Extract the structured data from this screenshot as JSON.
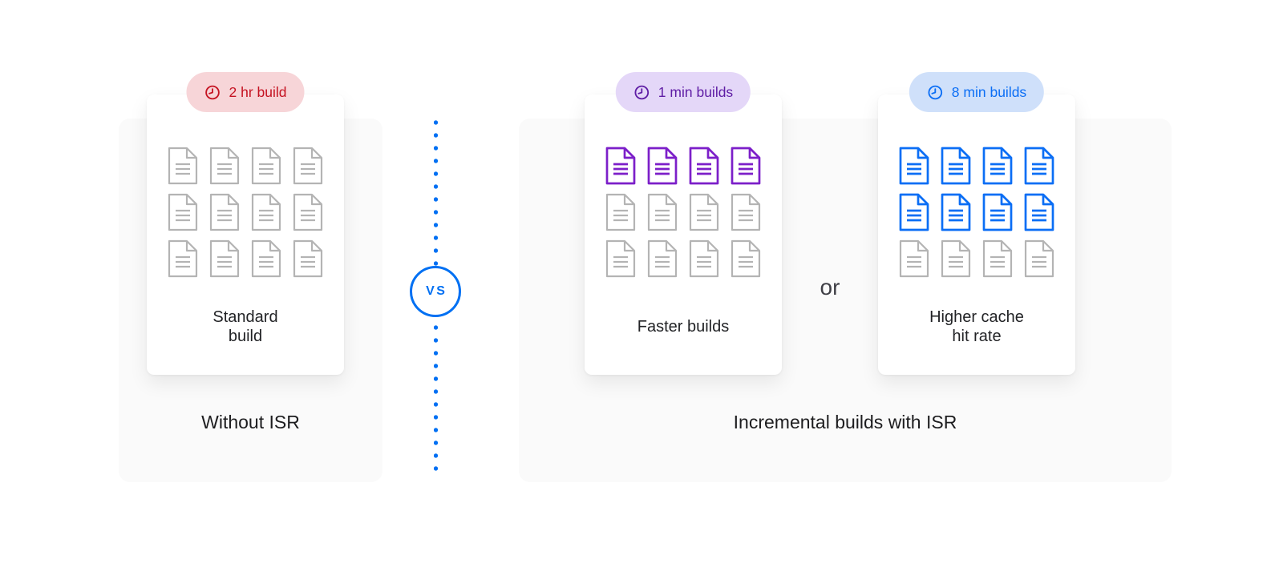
{
  "colors": {
    "page_bg": "#ffffff",
    "panel_bg": "#fafafa",
    "blue": "#0070f3",
    "doc_gray": "#b4b4b4",
    "doc_purple": "#7c1fc9",
    "doc_blue": "#0b6ef5",
    "badge_red_bg": "#f7d5d8",
    "badge_red_fg": "#c51322",
    "badge_purple_bg": "#e4d7f8",
    "badge_purple_fg": "#5f1da5",
    "badge_blue_bg": "#cfe0fa",
    "badge_blue_fg": "#0b6ef5"
  },
  "divider": {
    "vs_label": "VS"
  },
  "left_group": {
    "label": "Without ISR",
    "card": {
      "badge_label": "2 hr build",
      "badge_icon": "clock-icon",
      "caption_lines": [
        "Standard",
        "build"
      ],
      "doc_rows": [
        "gray",
        "gray",
        "gray"
      ]
    }
  },
  "right_group": {
    "label": "Incremental builds with ISR",
    "or_label": "or",
    "cards": [
      {
        "badge_label": "1 min builds",
        "badge_icon": "clock-icon",
        "accent": "purple",
        "caption_lines": [
          "Faster builds"
        ],
        "doc_rows": [
          "purple",
          "gray",
          "gray"
        ]
      },
      {
        "badge_label": "8 min builds",
        "badge_icon": "clock-icon",
        "accent": "blue",
        "caption_lines": [
          "Higher cache",
          "hit rate"
        ],
        "doc_rows": [
          "blue",
          "blue",
          "gray"
        ]
      }
    ]
  }
}
